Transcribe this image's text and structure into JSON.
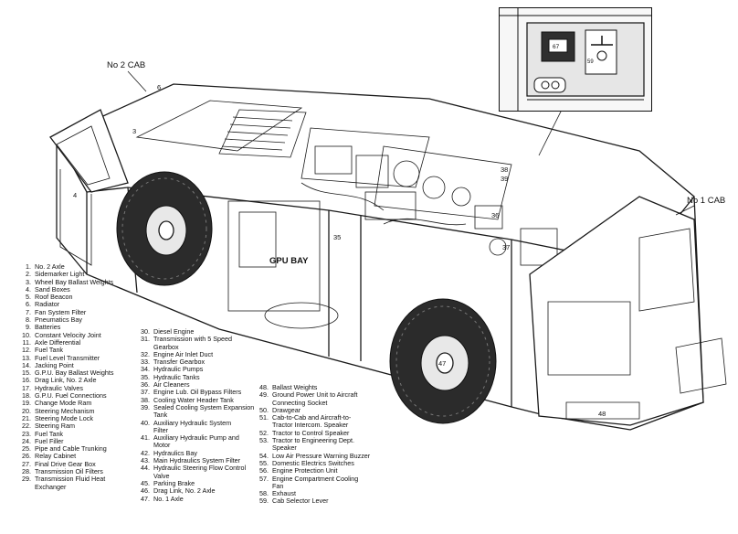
{
  "labels": {
    "cab2": "No 2 CAB",
    "cab1": "No 1 CAB",
    "gpu_bay": "GPU BAY"
  },
  "inset": {
    "box_number": "67",
    "gauge_number": "59"
  },
  "callouts": {
    "c47": "47",
    "c48": "48",
    "c37": "37",
    "c36": "36",
    "c35": "35",
    "c38": "38",
    "c39": "39",
    "c4": "4",
    "c3": "3",
    "c6": "6"
  },
  "legend": {
    "col1": [
      {
        "num": "1.",
        "text": "No. 2 Axle"
      },
      {
        "num": "2.",
        "text": "Sidemarker Light"
      },
      {
        "num": "3.",
        "text": "Wheel Bay Ballast Weights"
      },
      {
        "num": "4.",
        "text": "Sand Boxes"
      },
      {
        "num": "5.",
        "text": "Roof Beacon"
      },
      {
        "num": "6.",
        "text": "Radiator"
      },
      {
        "num": "7.",
        "text": "Fan System Filter"
      },
      {
        "num": "8.",
        "text": "Pneumatics Bay"
      },
      {
        "num": "9.",
        "text": "Batteries"
      },
      {
        "num": "10.",
        "text": "Constant Velocity Joint"
      },
      {
        "num": "11.",
        "text": "Axle Differential"
      },
      {
        "num": "12.",
        "text": "Fuel Tank"
      },
      {
        "num": "13.",
        "text": "Fuel Level Transmitter"
      },
      {
        "num": "14.",
        "text": "Jacking Point"
      },
      {
        "num": "15.",
        "text": "G.P.U. Bay Ballast Weights"
      },
      {
        "num": "16.",
        "text": "Drag Link, No. 2 Axle"
      },
      {
        "num": "17.",
        "text": "Hydraulic Valves"
      },
      {
        "num": "18.",
        "text": "G.P.U. Fuel Connections"
      },
      {
        "num": "19.",
        "text": "Change Mode Ram"
      },
      {
        "num": "20.",
        "text": "Steering Mechanism"
      },
      {
        "num": "21.",
        "text": "Steering Mode Lock"
      },
      {
        "num": "22.",
        "text": "Steering Ram"
      },
      {
        "num": "23.",
        "text": "Fuel Tank"
      },
      {
        "num": "24.",
        "text": "Fuel Filler"
      },
      {
        "num": "25.",
        "text": "Pipe and Cable Trunking"
      },
      {
        "num": "26.",
        "text": "Relay Cabinet"
      },
      {
        "num": "27.",
        "text": "Final Drive Gear Box"
      },
      {
        "num": "28.",
        "text": "Transmission Oil Filters"
      },
      {
        "num": "29.",
        "text": "Transmission Fluid Heat"
      },
      {
        "num": "",
        "text": "Exchanger"
      }
    ],
    "col2": [
      {
        "num": "30.",
        "text": "Diesel Engine"
      },
      {
        "num": "31.",
        "text": "Transmission with 5 Speed"
      },
      {
        "num": "",
        "text": "Gearbox"
      },
      {
        "num": "32.",
        "text": "Engine Air Inlet Duct"
      },
      {
        "num": "33.",
        "text": "Transfer Gearbox"
      },
      {
        "num": "34.",
        "text": "Hydraulic Pumps"
      },
      {
        "num": "35.",
        "text": "Hydraulic Tanks"
      },
      {
        "num": "36.",
        "text": "Air Cleaners"
      },
      {
        "num": "37.",
        "text": "Engine Lub. Oil Bypass Filters"
      },
      {
        "num": "38.",
        "text": "Cooling Water Header Tank"
      },
      {
        "num": "39.",
        "text": "Sealed Cooling System Expansion"
      },
      {
        "num": "",
        "text": "Tank"
      },
      {
        "num": "40.",
        "text": "Auxiliary Hydraulic System"
      },
      {
        "num": "",
        "text": "Filter"
      },
      {
        "num": "41.",
        "text": "Auxiliary Hydraulic Pump and"
      },
      {
        "num": "",
        "text": "Motor"
      },
      {
        "num": "42.",
        "text": "Hydraulics Bay"
      },
      {
        "num": "43.",
        "text": "Main Hydraulics System Filter"
      },
      {
        "num": "44.",
        "text": "Hydraulic Steering Flow Control"
      },
      {
        "num": "",
        "text": "Valve"
      },
      {
        "num": "45.",
        "text": "Parking Brake"
      },
      {
        "num": "46.",
        "text": "Drag Link, No. 2 Axle"
      },
      {
        "num": "47.",
        "text": "No. 1 Axle"
      }
    ],
    "col3": [
      {
        "num": "48.",
        "text": "Ballast Weights"
      },
      {
        "num": "49.",
        "text": "Ground Power Unit to Aircraft"
      },
      {
        "num": "",
        "text": "Connecting Socket"
      },
      {
        "num": "50.",
        "text": "Drawgear"
      },
      {
        "num": "51.",
        "text": "Cab-to-Cab and Aircraft-to-"
      },
      {
        "num": "",
        "text": "Tractor Intercom. Speaker"
      },
      {
        "num": "52.",
        "text": "Tractor to Control Speaker"
      },
      {
        "num": "53.",
        "text": "Tractor to Engineering Dept."
      },
      {
        "num": "",
        "text": "Speaker"
      },
      {
        "num": "54.",
        "text": "Low Air Pressure Warning Buzzer"
      },
      {
        "num": "55.",
        "text": "Domestic Electrics Switches"
      },
      {
        "num": "56.",
        "text": "Engine Protection Unit"
      },
      {
        "num": "57.",
        "text": "Engine Compartment Cooling"
      },
      {
        "num": "",
        "text": "Fan"
      },
      {
        "num": "58.",
        "text": "Exhaust"
      },
      {
        "num": "59.",
        "text": "Cab Selector Lever"
      }
    ]
  }
}
